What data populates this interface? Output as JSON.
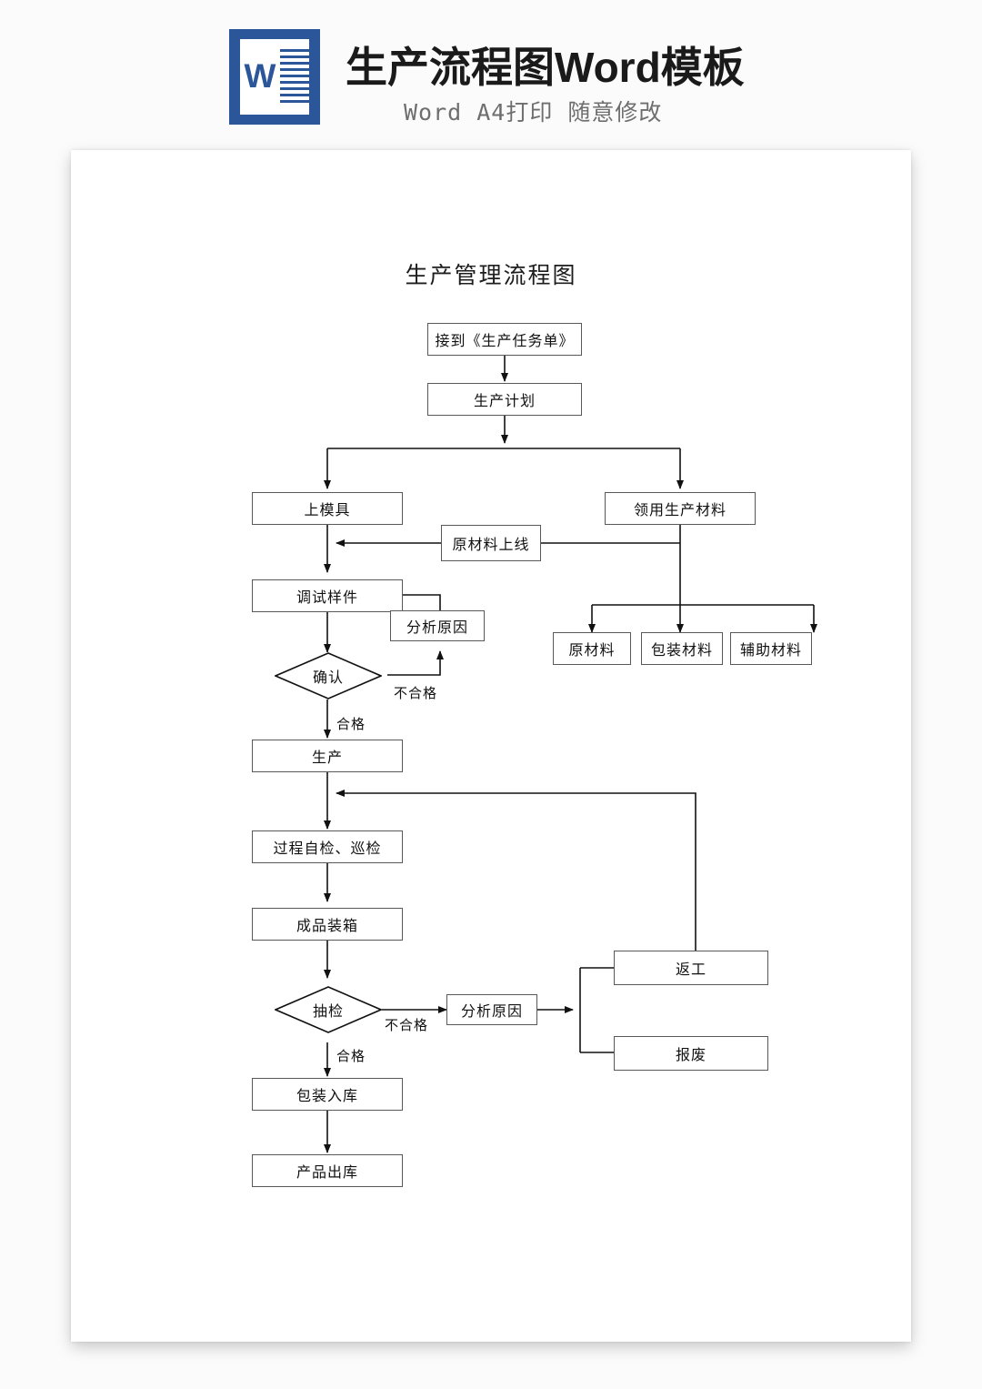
{
  "header": {
    "icon_name": "word-document-icon",
    "icon_letter": "W",
    "title": "生产流程图Word模板",
    "subtitle": "Word A4打印 随意修改",
    "icon_color": "#2b579a",
    "title_color": "#1a1a1a",
    "subtitle_color": "#6e6e6e"
  },
  "document": {
    "chart_title": "生产管理流程图",
    "background": "#ffffff",
    "line_color": "#595959"
  },
  "chart_data": {
    "type": "diagram",
    "title": "生产管理流程图",
    "nodes": [
      {
        "id": "n1",
        "label": "接到《生产任务单》",
        "shape": "rect"
      },
      {
        "id": "n2",
        "label": "生产计划",
        "shape": "rect"
      },
      {
        "id": "n3",
        "label": "上模具",
        "shape": "rect"
      },
      {
        "id": "n4",
        "label": "领用生产材料",
        "shape": "rect"
      },
      {
        "id": "n5",
        "label": "原材料上线",
        "shape": "rect"
      },
      {
        "id": "n6",
        "label": "调试样件",
        "shape": "rect"
      },
      {
        "id": "n7",
        "label": "分析原因",
        "shape": "rect"
      },
      {
        "id": "n8",
        "label": "原材料",
        "shape": "rect"
      },
      {
        "id": "n9",
        "label": "包装材料",
        "shape": "rect"
      },
      {
        "id": "n10",
        "label": "辅助材料",
        "shape": "rect"
      },
      {
        "id": "n11",
        "label": "确认",
        "shape": "diamond"
      },
      {
        "id": "n12",
        "label": "生产",
        "shape": "rect"
      },
      {
        "id": "n13",
        "label": "过程自检、巡检",
        "shape": "rect"
      },
      {
        "id": "n14",
        "label": "成品装箱",
        "shape": "rect"
      },
      {
        "id": "n15",
        "label": "抽检",
        "shape": "diamond"
      },
      {
        "id": "n16",
        "label": "分析原因",
        "shape": "rect"
      },
      {
        "id": "n17",
        "label": "返工",
        "shape": "rect"
      },
      {
        "id": "n18",
        "label": "报废",
        "shape": "rect"
      },
      {
        "id": "n19",
        "label": "包装入库",
        "shape": "rect"
      },
      {
        "id": "n20",
        "label": "产品出库",
        "shape": "rect"
      }
    ],
    "edge_labels": [
      {
        "id": "e1",
        "label": "不合格",
        "from": "n11"
      },
      {
        "id": "e2",
        "label": "合格",
        "from": "n11"
      },
      {
        "id": "e3",
        "label": "不合格",
        "from": "n15"
      },
      {
        "id": "e4",
        "label": "合格",
        "from": "n15"
      }
    ],
    "edges": [
      {
        "from": "n1",
        "to": "n2"
      },
      {
        "from": "n2",
        "to": "n3"
      },
      {
        "from": "n2",
        "to": "n4"
      },
      {
        "from": "n5",
        "to": "n6"
      },
      {
        "from": "n3",
        "to": "n6"
      },
      {
        "from": "n4",
        "to": "n5"
      },
      {
        "from": "n4",
        "to": "n8"
      },
      {
        "from": "n4",
        "to": "n9"
      },
      {
        "from": "n4",
        "to": "n10"
      },
      {
        "from": "n6",
        "to": "n11"
      },
      {
        "from": "n11",
        "to": "n7",
        "label": "不合格"
      },
      {
        "from": "n7",
        "to": "n6"
      },
      {
        "from": "n11",
        "to": "n12",
        "label": "合格"
      },
      {
        "from": "n12",
        "to": "n13"
      },
      {
        "from": "n13",
        "to": "n14"
      },
      {
        "from": "n14",
        "to": "n15"
      },
      {
        "from": "n15",
        "to": "n16",
        "label": "不合格"
      },
      {
        "from": "n16",
        "to": "n17"
      },
      {
        "from": "n16",
        "to": "n18"
      },
      {
        "from": "n17",
        "to": "n13"
      },
      {
        "from": "n15",
        "to": "n19",
        "label": "合格"
      },
      {
        "from": "n19",
        "to": "n20"
      }
    ]
  }
}
